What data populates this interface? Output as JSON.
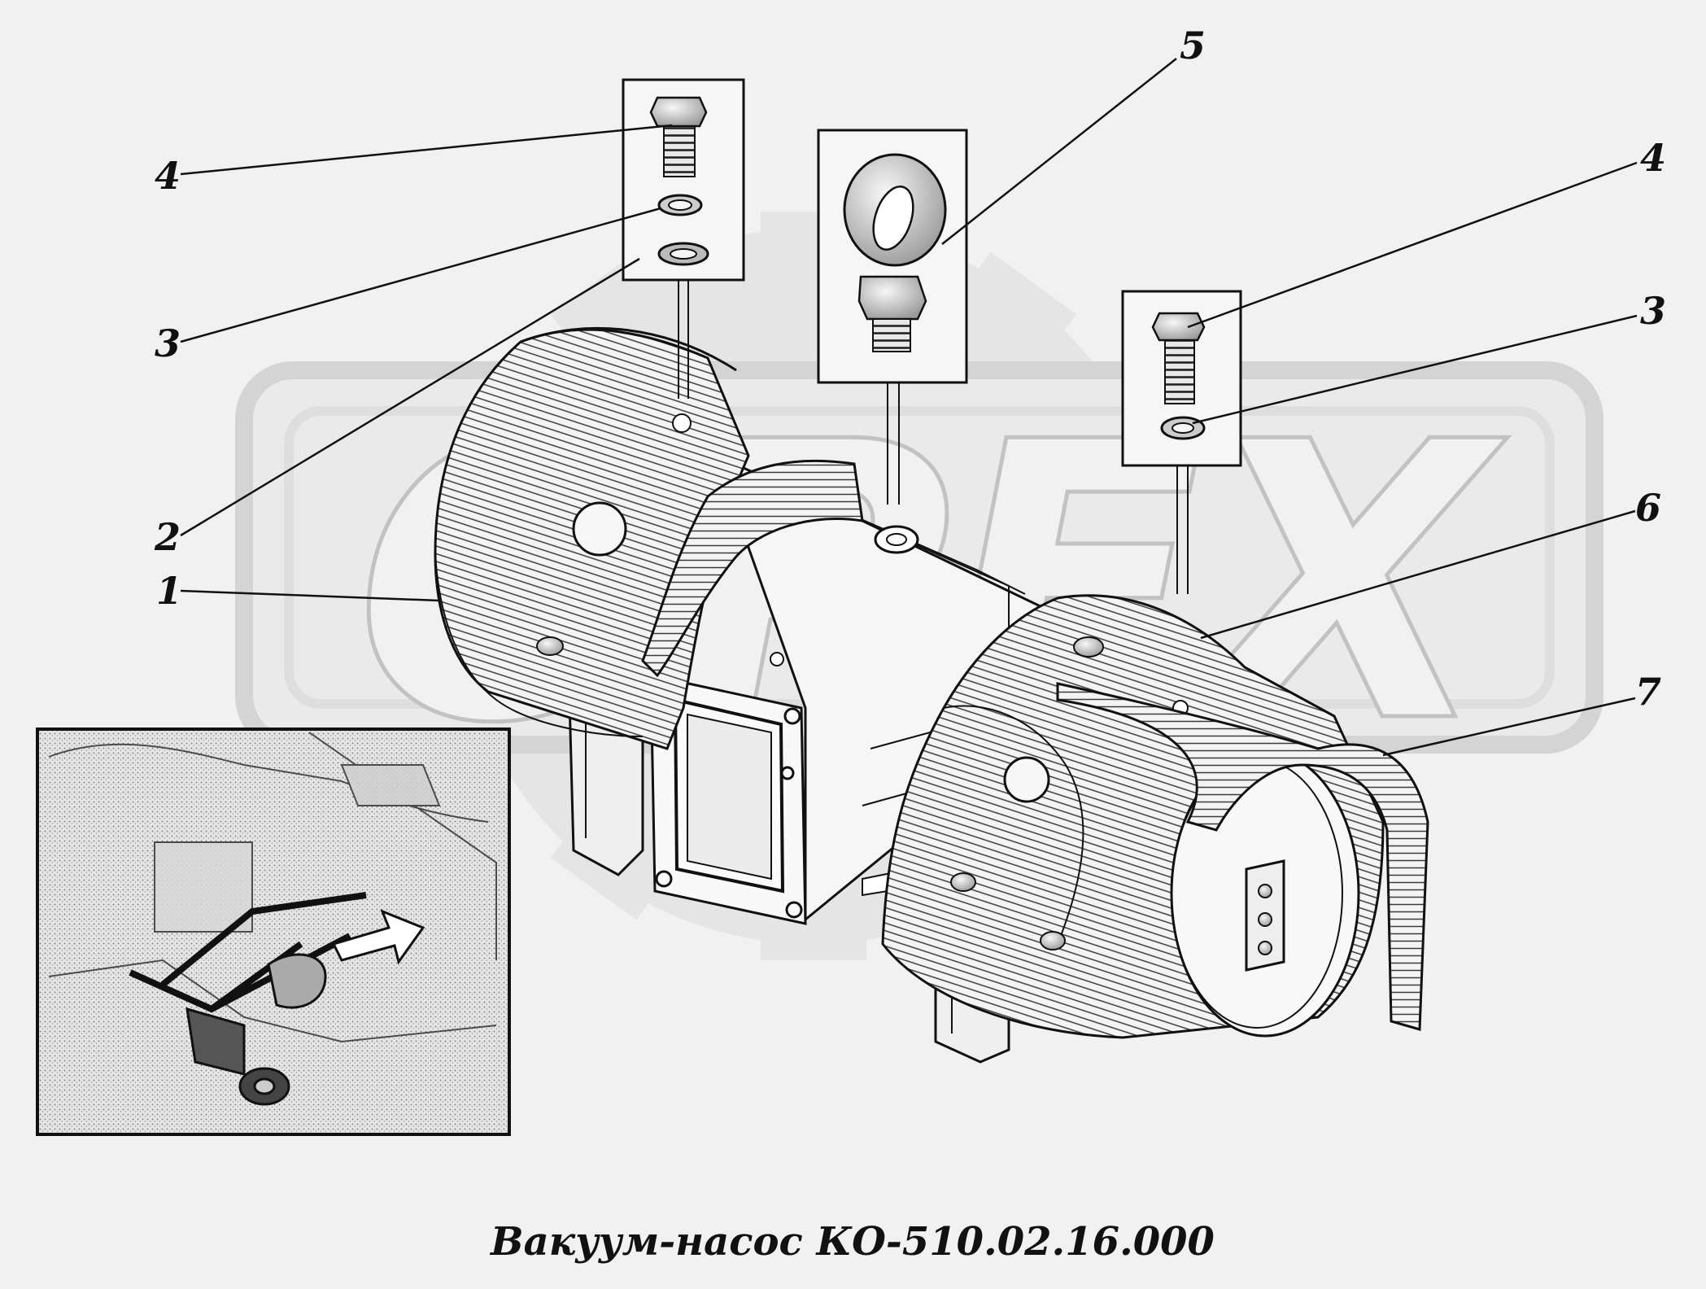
{
  "caption": "Вакуум-насос КО-510.02.16.000",
  "watermark": "OPEX",
  "callouts": {
    "bolt_left": "4",
    "washer_spring_left": "3",
    "washer_flat_left": "2",
    "body": "1",
    "eyebolt": "5",
    "bolt_right": "4",
    "washer_spring_right": "3",
    "bracket": "6",
    "guard": "7"
  }
}
